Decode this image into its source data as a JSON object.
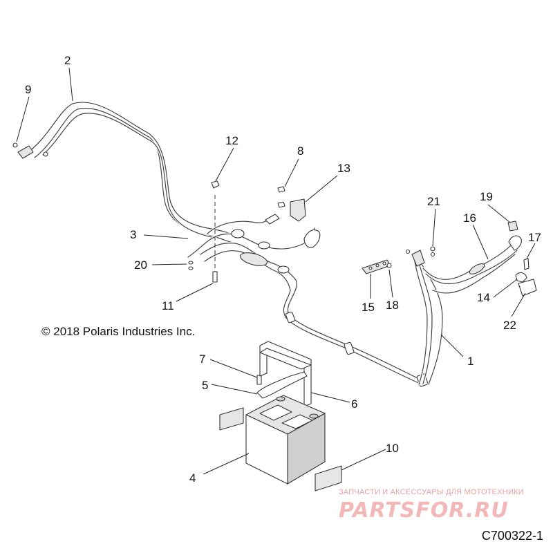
{
  "callouts": [
    {
      "id": "1",
      "label": "1"
    },
    {
      "id": "2",
      "label": "2"
    },
    {
      "id": "3",
      "label": "3"
    },
    {
      "id": "4",
      "label": "4"
    },
    {
      "id": "5",
      "label": "5"
    },
    {
      "id": "6",
      "label": "6"
    },
    {
      "id": "7",
      "label": "7"
    },
    {
      "id": "8",
      "label": "8"
    },
    {
      "id": "9",
      "label": "9"
    },
    {
      "id": "10",
      "label": "10"
    },
    {
      "id": "11",
      "label": "11"
    },
    {
      "id": "12",
      "label": "12"
    },
    {
      "id": "13",
      "label": "13"
    },
    {
      "id": "14",
      "label": "14"
    },
    {
      "id": "15",
      "label": "15"
    },
    {
      "id": "16",
      "label": "16"
    },
    {
      "id": "17",
      "label": "17"
    },
    {
      "id": "18",
      "label": "18"
    },
    {
      "id": "19",
      "label": "19"
    },
    {
      "id": "20",
      "label": "20"
    },
    {
      "id": "21",
      "label": "21"
    },
    {
      "id": "22",
      "label": "22"
    }
  ],
  "copyright": "© 2018 Polaris Industries Inc.",
  "drawing_number": "C700322-1",
  "watermark": {
    "tagline": "ЗАПЧАСТИ И АКСЕССУАРЫ ДЛЯ МОТОТЕХНИКИ",
    "logo": "PARTSFOR.RU",
    "color": "#e8a3a3"
  },
  "colors": {
    "line": "#333333",
    "background": "#ffffff"
  }
}
